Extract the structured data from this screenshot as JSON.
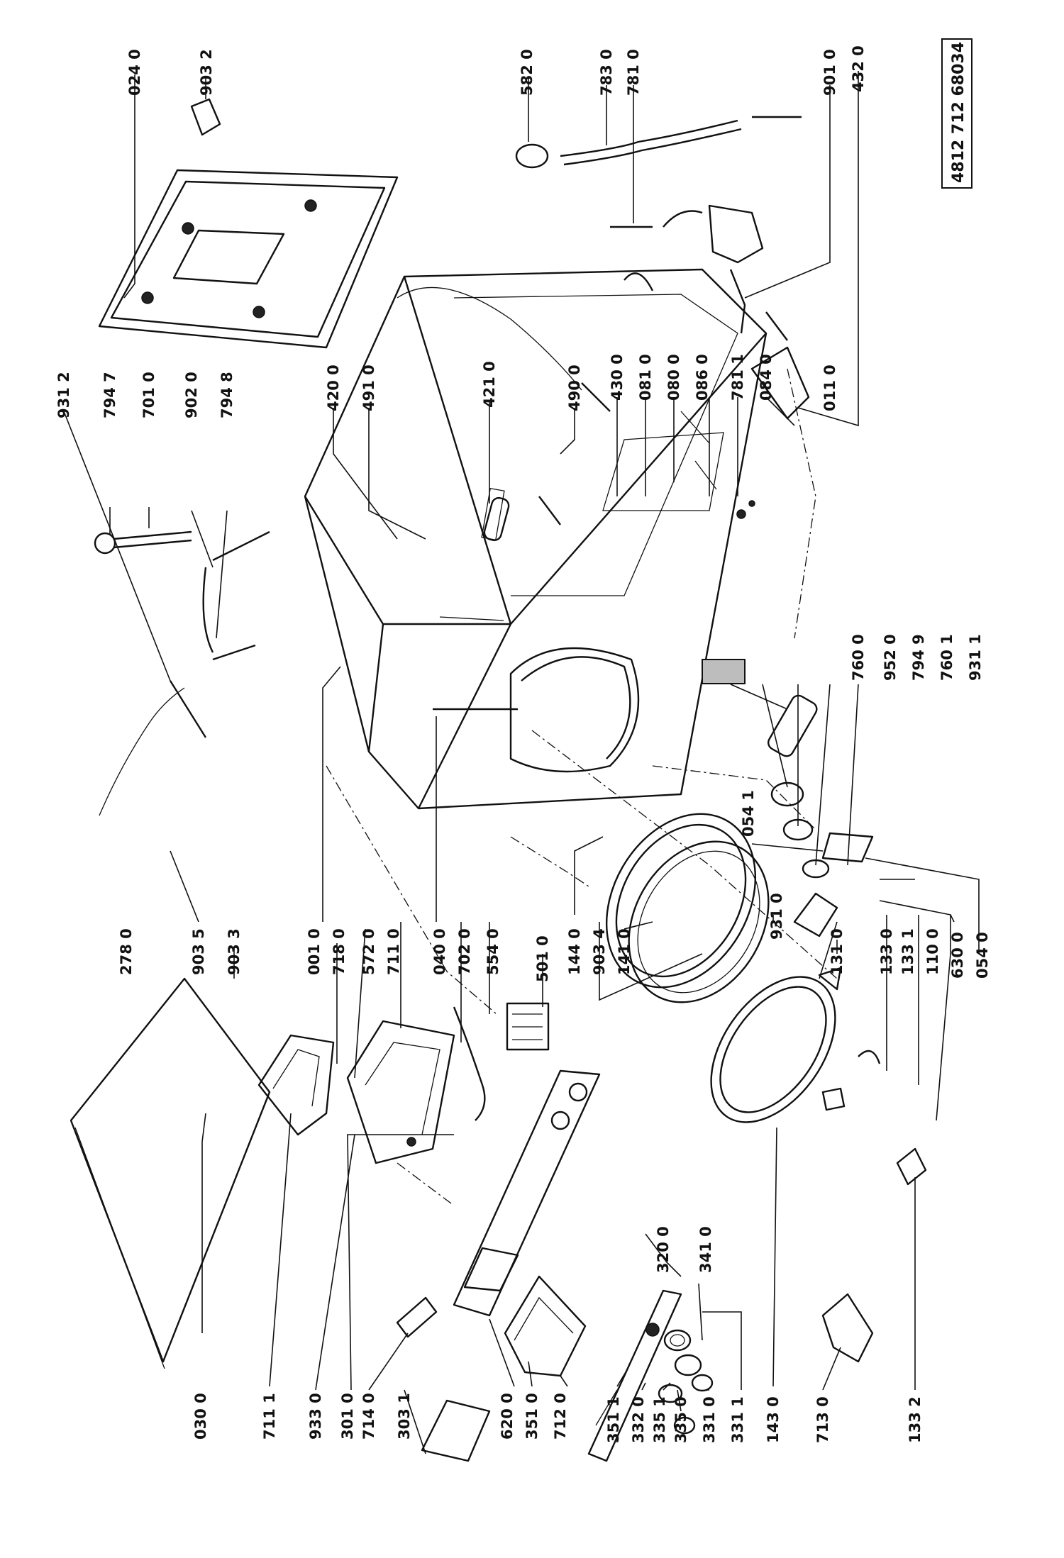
{
  "document": {
    "reference": "4812 712 68034"
  },
  "labels": [
    "024 0",
    "903 2",
    "582 0",
    "783 0",
    "781 0",
    "901 0",
    "432 0",
    "931 2",
    "794 7",
    "701 0",
    "902 0",
    "794 8",
    "420 0",
    "491 0",
    "421 0",
    "490 0",
    "430 0",
    "081 0",
    "080 0",
    "086 0",
    "781 1",
    "084 0",
    "011 0",
    "760 0",
    "952 0",
    "794 9",
    "760 1",
    "931 1",
    "054 1",
    "278 0",
    "903 5",
    "903 3",
    "001 0",
    "718 0",
    "572 0",
    "711 0",
    "040 0",
    "702 0",
    "554 0",
    "501 0",
    "144 0",
    "903 4",
    "141 0",
    "931 0",
    "131 0",
    "133 0",
    "133 1",
    "110 0",
    "630 0",
    "054 0",
    "030 0",
    "711 1",
    "933 0",
    "301 0",
    "714 0",
    "303 1",
    "620 0",
    "351 0",
    "712 0",
    "351 1",
    "332 0",
    "335 1",
    "335 0",
    "331 0",
    "331 1",
    "143 0",
    "713 0",
    "133 2",
    "320 0",
    "341 0"
  ]
}
